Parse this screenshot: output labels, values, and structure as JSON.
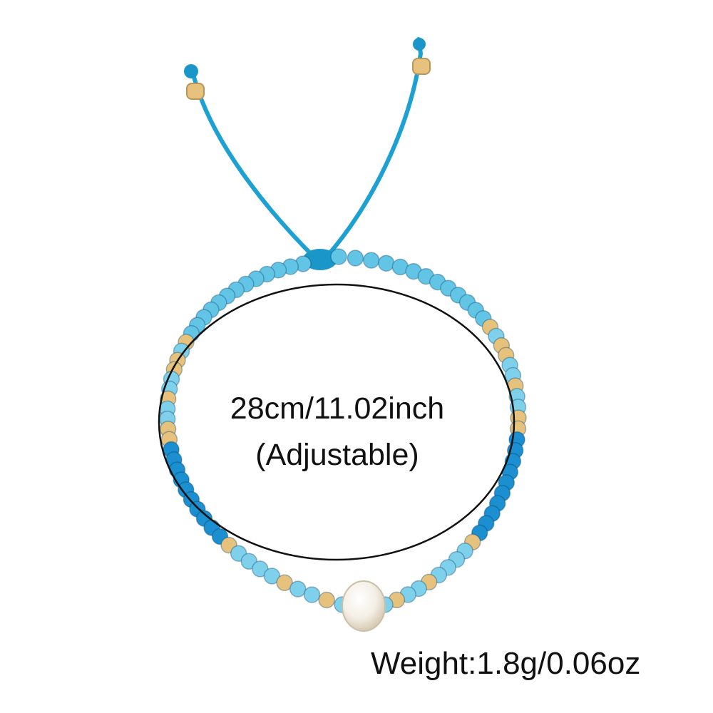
{
  "product": {
    "size_label": "28cm/11.02inch",
    "adjustable_label": "(Adjustable)",
    "weight_label": "Weight:1.8g/0.06oz"
  },
  "colors": {
    "background": "#ffffff",
    "cord": "#1da1d2",
    "bead_light_blue": "#63c5e6",
    "bead_dark_blue": "#1b8fd0",
    "bead_gold": "#e6c27c",
    "bead_clear_blue": "#7fd0ea",
    "pearl": "#f4efe6",
    "outline": "#111111"
  },
  "icons": {
    "bracelet": "beaded-bracelet-illustration",
    "pearl": "freshwater-pearl"
  }
}
